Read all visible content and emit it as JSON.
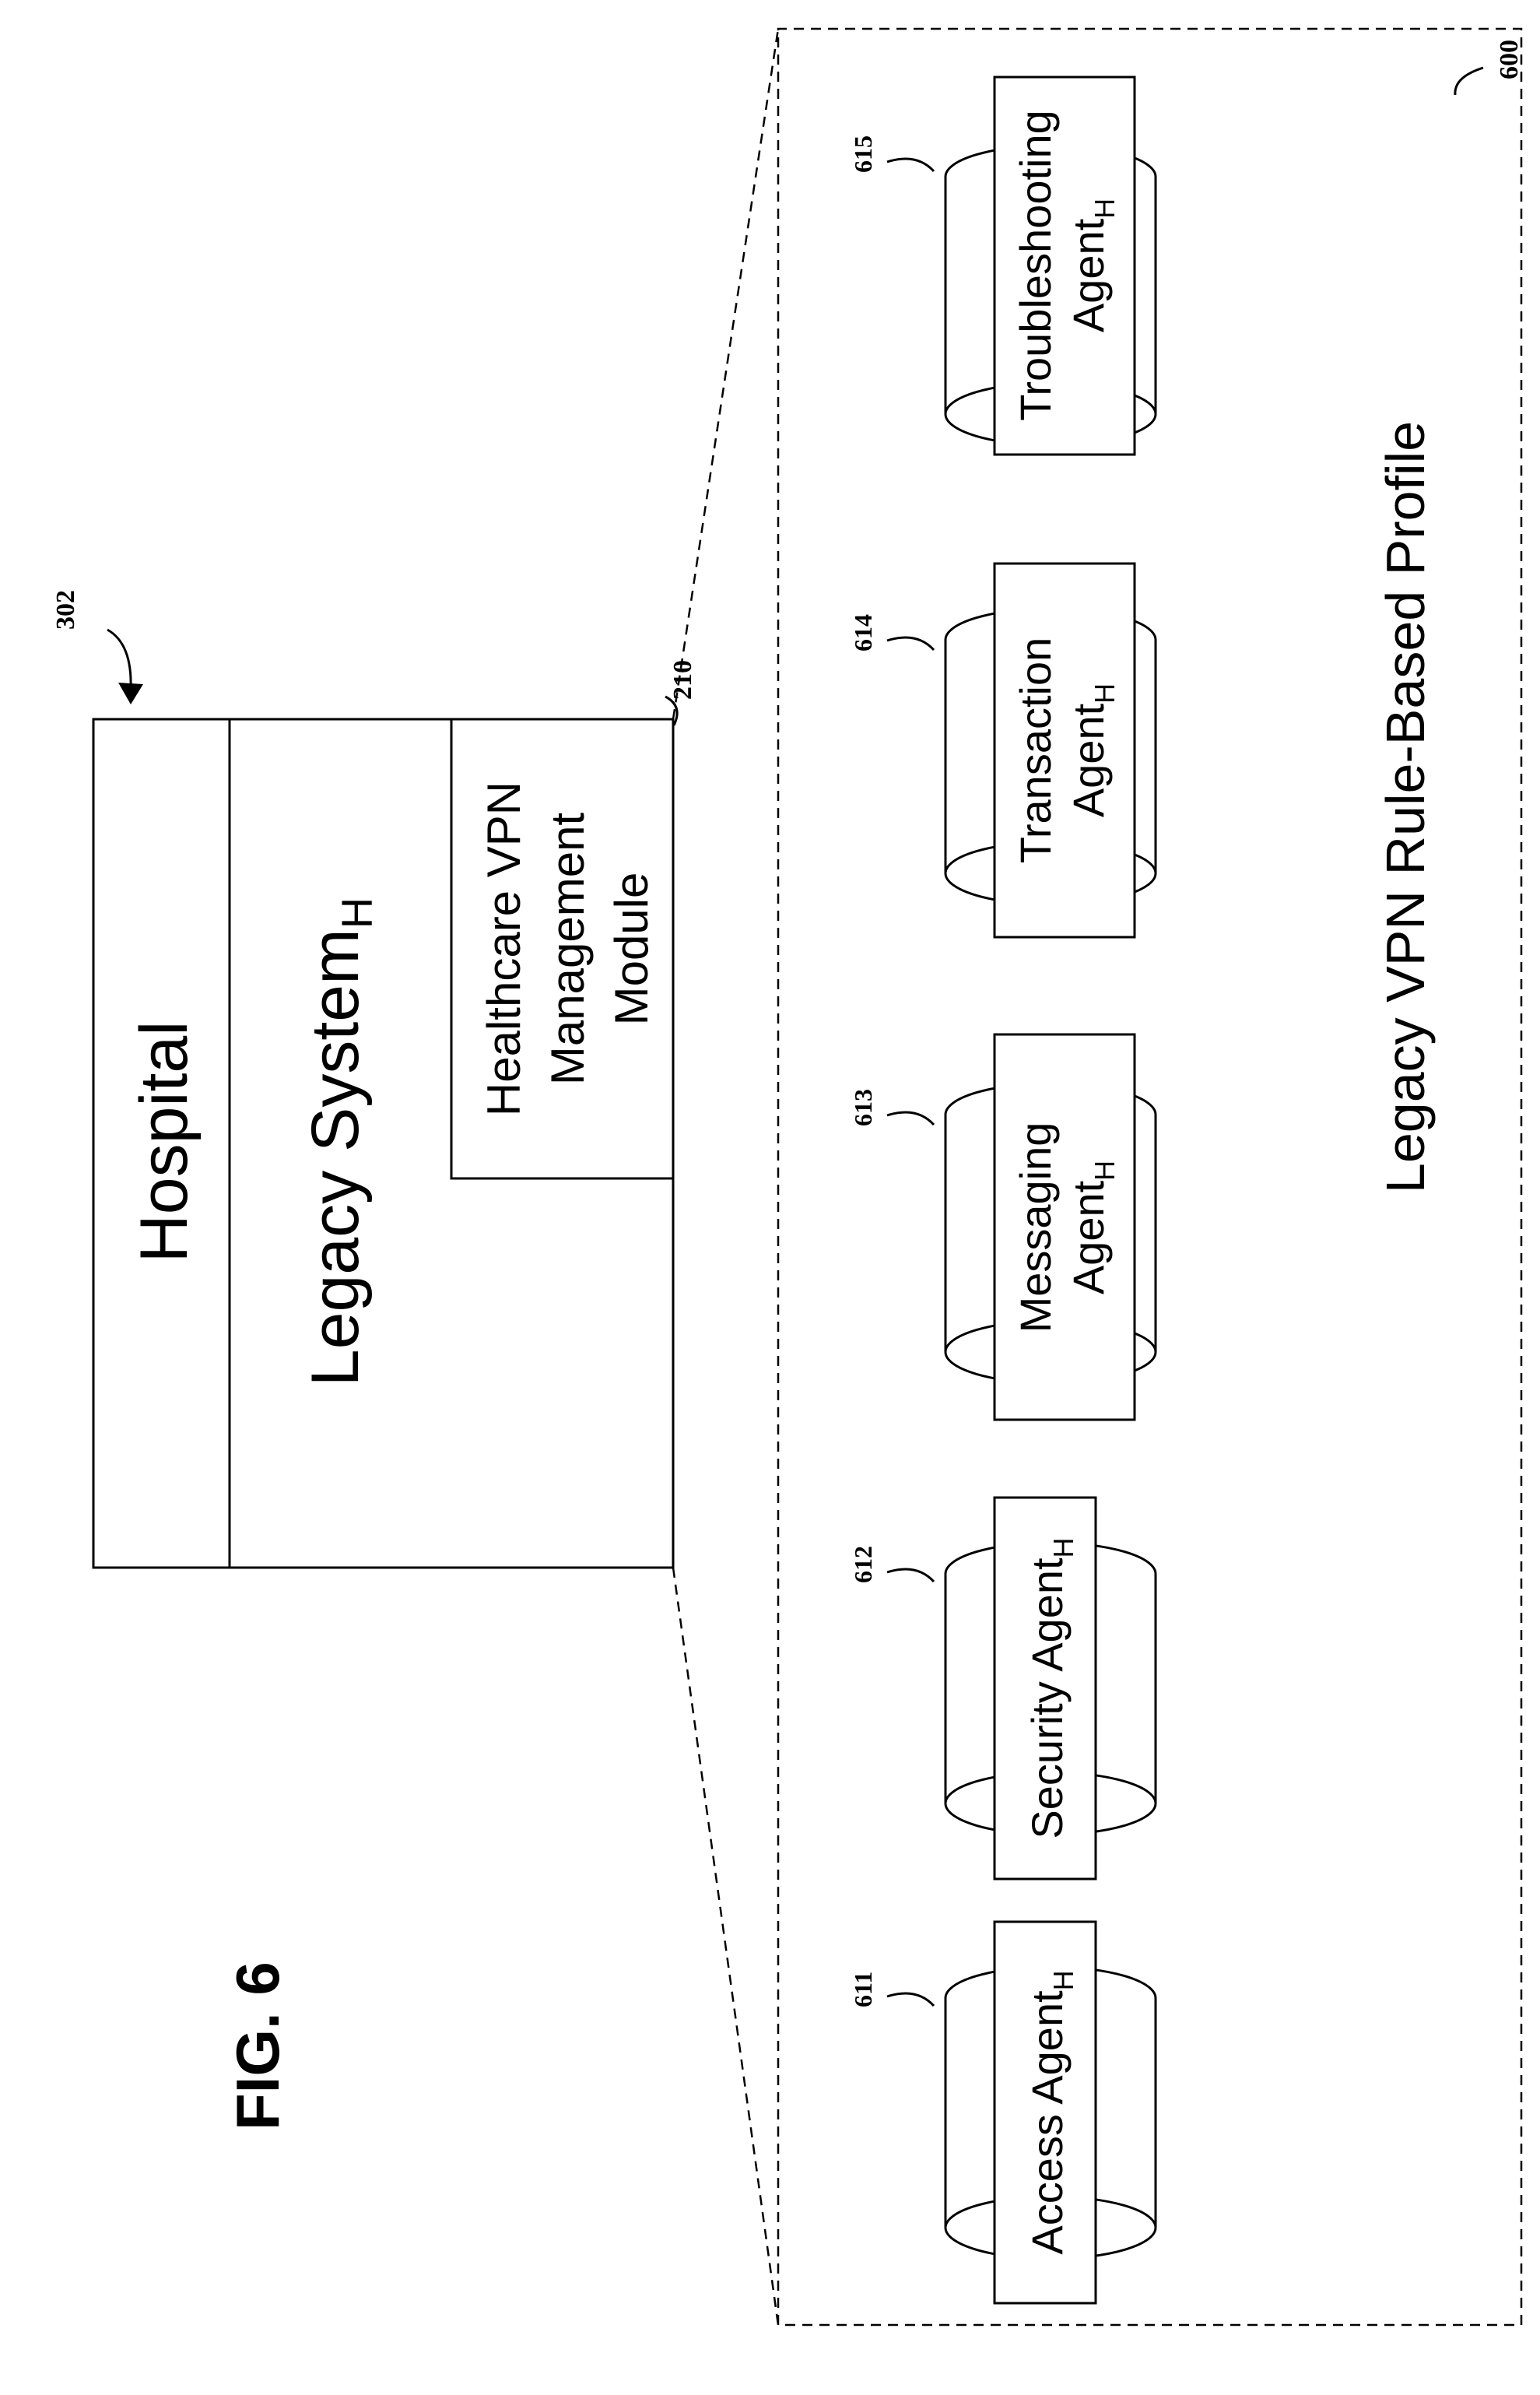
{
  "figure": {
    "fig_label": "FIG. 6",
    "ref_system": "302",
    "ref_module": "210",
    "ref_profile": "600",
    "hospital": "Hospital",
    "legacy_system": {
      "base": "Legacy System",
      "sub": "H"
    },
    "module_lines": [
      "Healthcare VPN",
      "Management",
      "Module"
    ],
    "profile_label": "Legacy VPN Rule-Based Profile",
    "agents": [
      {
        "ref": "611",
        "base": "Access Agent",
        "sub": "H"
      },
      {
        "ref": "612",
        "base": "Security Agent",
        "sub": "H"
      },
      {
        "ref": "613",
        "base": "Messaging",
        "base2": "Agent",
        "sub": "H"
      },
      {
        "ref": "614",
        "base": "Transaction",
        "base2": "Agent",
        "sub": "H"
      },
      {
        "ref": "615",
        "base": "Troubleshooting",
        "base2": "Agent",
        "sub": "H"
      }
    ]
  }
}
